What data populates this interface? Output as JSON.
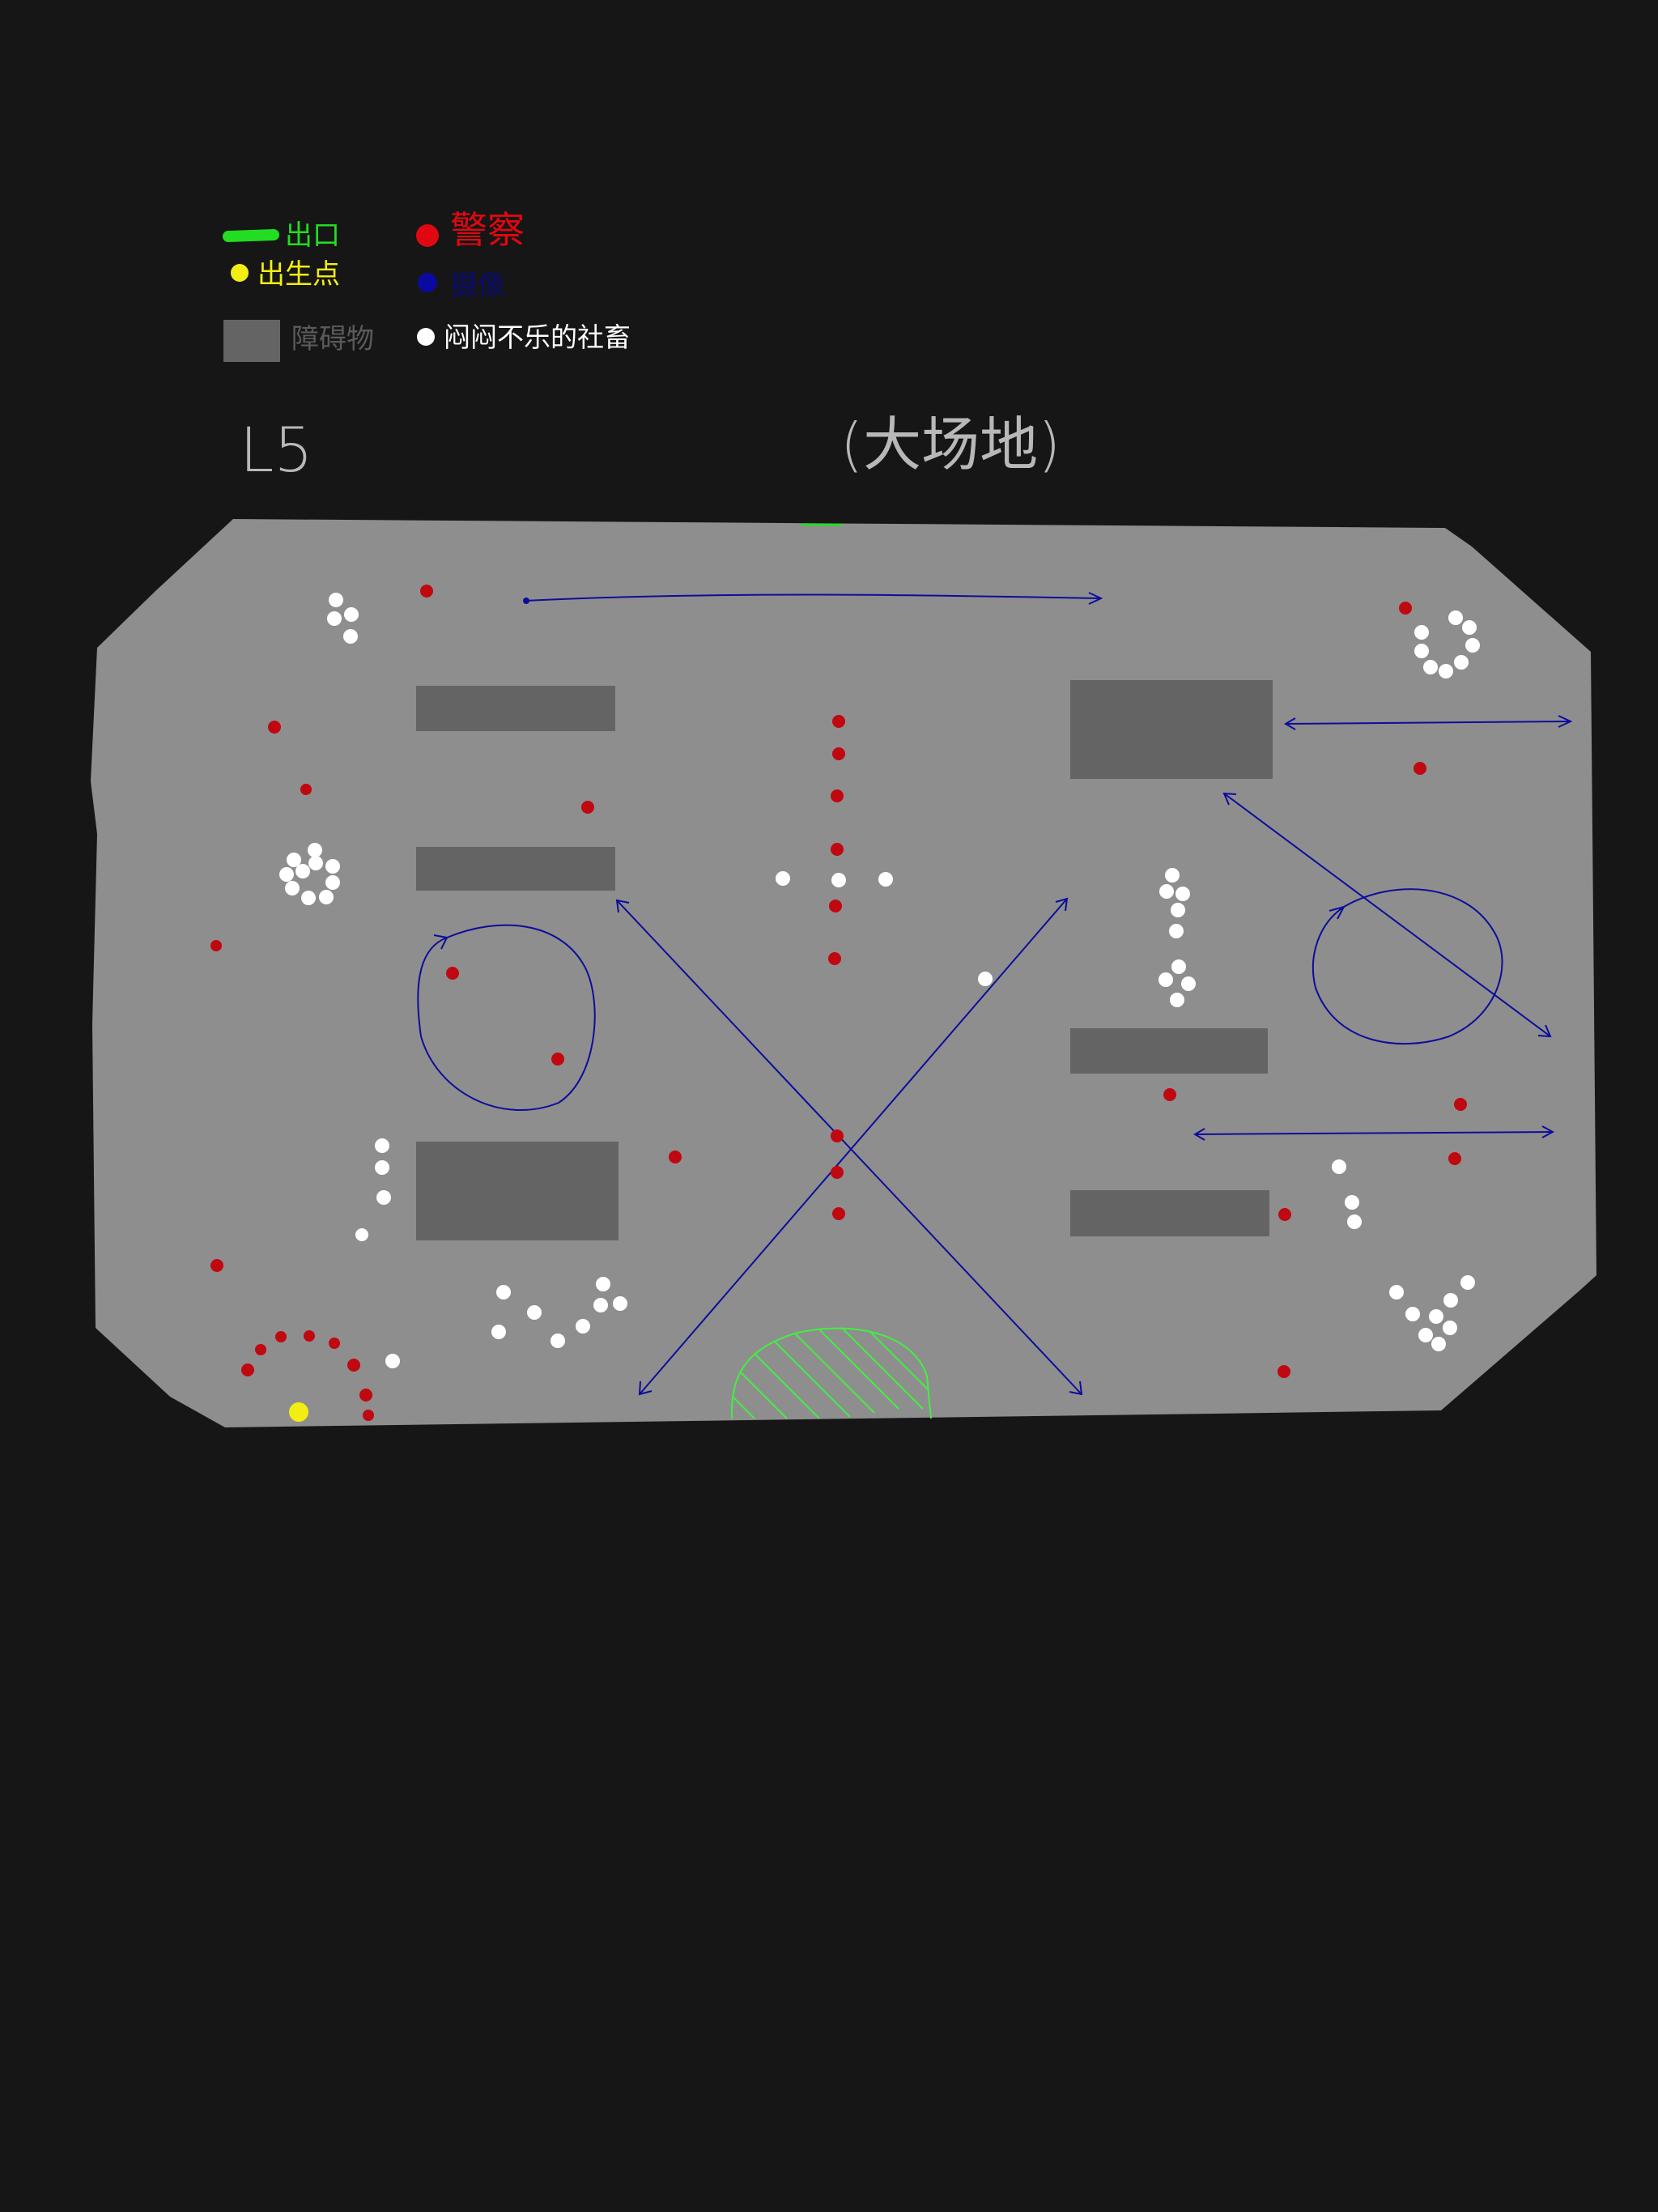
{
  "colors": {
    "background": "#161616",
    "floor": "#8e8e8e",
    "obstacle": "#646464",
    "exit": "#22dd22",
    "spawn": "#f2ee12",
    "police": "#c00810",
    "camera": "#0a0aa0",
    "worker": "#ffffff",
    "path": "#0d0d9a",
    "title": "#b8b8b8"
  },
  "legend": {
    "exit": {
      "label": "出口",
      "icon": "green-stroke-icon"
    },
    "spawn": {
      "label": "出生点",
      "icon": "yellow-dot-icon"
    },
    "obstacle": {
      "label": "障碍物",
      "icon": "gray-block-icon"
    },
    "police": {
      "label": "警察",
      "icon": "red-dot-icon"
    },
    "camera": {
      "label": "摄像",
      "icon": "blue-dot-icon"
    },
    "worker": {
      "label": "闷闷不乐的社畜",
      "icon": "white-dot-icon"
    }
  },
  "level": {
    "code": "L5",
    "subtitle": "(大场地)"
  }
}
